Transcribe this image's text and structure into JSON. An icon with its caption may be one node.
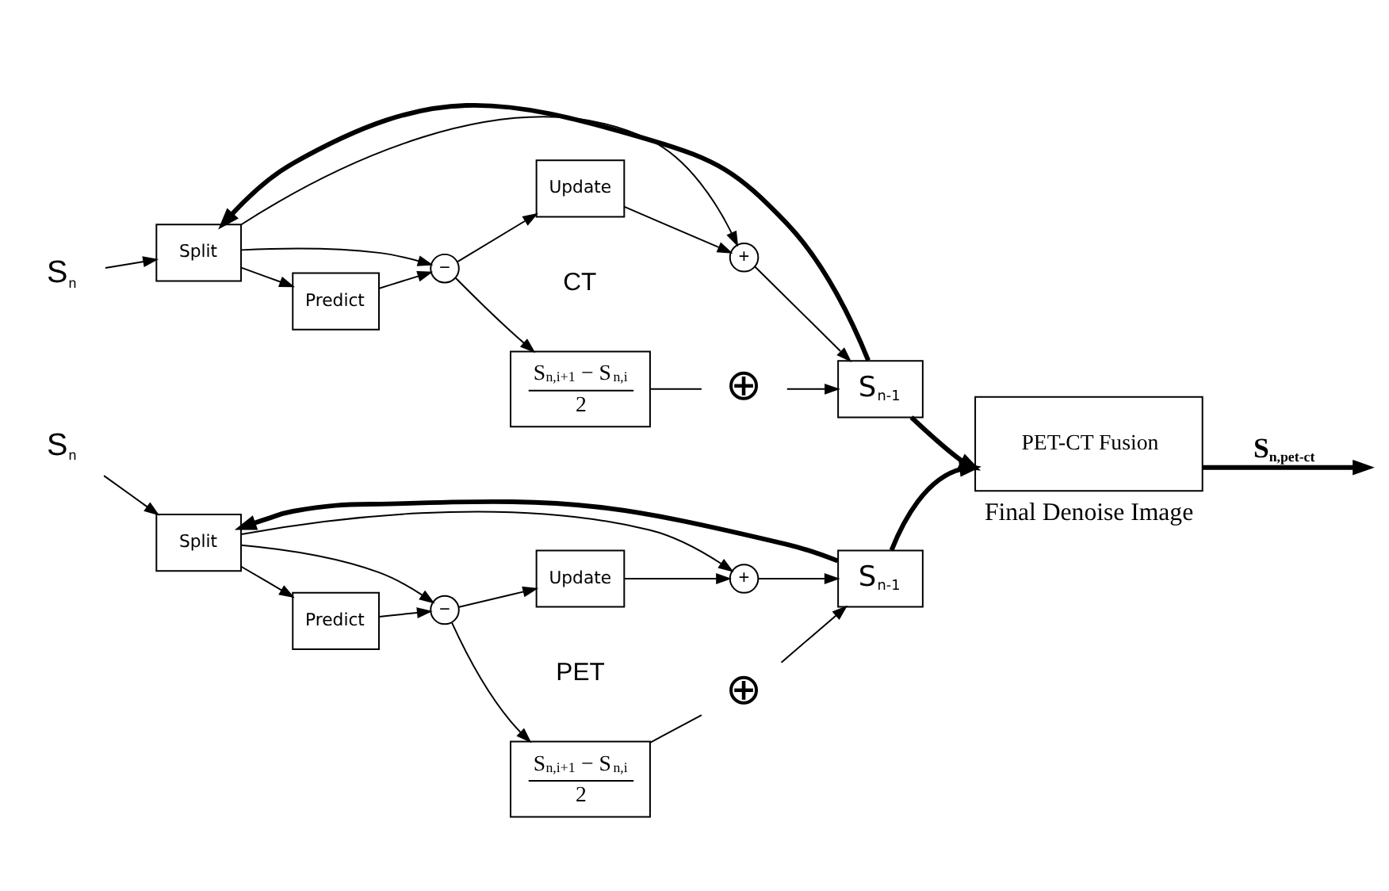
{
  "diagram": {
    "nodes": [
      {
        "text": [
          "S$_{n}$"
        ]
      },
      {
        "text": [
          "Split"
        ]
      },
      {
        "text": [
          "Predict"
        ]
      },
      {
        "text": [
          "Update"
        ]
      },
      {
        "text": [
          "+"
        ]
      },
      {
        "text": [
          "−"
        ]
      },
      {
        "text": [
          "S$_{n-1}$"
        ]
      },
      {
        "text": [
          "⊕"
        ]
      },
      {
        "text": [
          "S$_{n,i+1}$ − S$_{n,i}$",
          "2"
        ]
      },
      {
        "text": [
          "S$_{n}$"
        ]
      },
      {
        "text": [
          "Split"
        ]
      },
      {
        "text": [
          "Predict"
        ]
      },
      {
        "text": [
          "Update"
        ]
      },
      {
        "text": [
          "+"
        ]
      },
      {
        "text": [
          "−"
        ]
      },
      {
        "text": [
          "S$_{n-1}$"
        ]
      },
      {
        "text": [
          "⊕"
        ]
      },
      {
        "text": [
          "S$_{n,i+1}$ − S$_{n,i}$",
          "2"
        ]
      },
      {
        "text": [
          "PET-CT Fusion"
        ],
        "beside": [
          "Final Denoise Image"
        ]
      }
    ],
    "edges": [
      {
        "from": 0,
        "to": 1,
        "arrow": "to"
      },
      {
        "from": 1,
        "to": 4,
        "arrow": "to"
      },
      {
        "from": 1,
        "to": 2,
        "arrow": "to"
      },
      {
        "from": 1,
        "to": 5,
        "arrow": "to"
      },
      {
        "from": 2,
        "to": 5,
        "arrow": "to"
      },
      {
        "from": 5,
        "to": 3,
        "arrow": "to"
      },
      {
        "from": 5,
        "to": 8,
        "arrow": "to"
      },
      {
        "from": 3,
        "to": 4,
        "arrow": "to"
      },
      {
        "from": 4,
        "to": 6,
        "arrow": "to"
      },
      {
        "from": 8,
        "to": 7,
        "arrow": "none"
      },
      {
        "from": 7,
        "to": 6,
        "arrow": "to"
      },
      {
        "from": 6,
        "to": 1,
        "arrow": "to",
        "style": "thick"
      },
      {
        "from": 6,
        "to": 18,
        "arrow": "to",
        "style": "thick"
      },
      {
        "from": 9,
        "to": 10,
        "arrow": "to"
      },
      {
        "from": 10,
        "to": 13,
        "arrow": "to"
      },
      {
        "from": 10,
        "to": 11,
        "arrow": "to"
      },
      {
        "from": 10,
        "to": 14,
        "arrow": "to"
      },
      {
        "from": 11,
        "to": 14,
        "arrow": "to"
      },
      {
        "from": 14,
        "to": 12,
        "arrow": "to"
      },
      {
        "from": 14,
        "to": 17,
        "arrow": "to"
      },
      {
        "from": 12,
        "to": 13,
        "arrow": "to"
      },
      {
        "from": 13,
        "to": 15,
        "arrow": "to"
      },
      {
        "from": 17,
        "to": 16,
        "arrow": "none"
      },
      {
        "from": 16,
        "to": 15,
        "arrow": "to"
      },
      {
        "from": 15,
        "to": 10,
        "arrow": "to",
        "style": "thick"
      },
      {
        "from": 15,
        "to": 18,
        "arrow": "to",
        "style": "thick"
      },
      {
        "from": 18,
        "to": null,
        "arrow": "to",
        "style": "thick",
        "label": "S$_{n,pet-ct}$"
      }
    ],
    "labels": [
      "CT",
      "PET"
    ]
  }
}
